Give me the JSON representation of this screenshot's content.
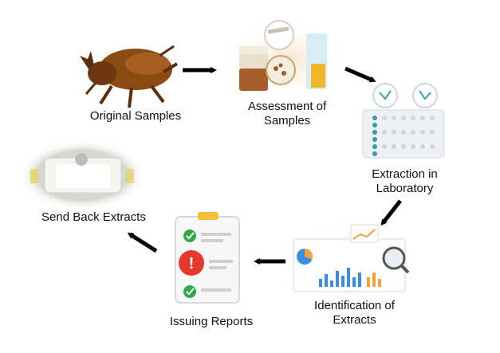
{
  "steps": {
    "original": {
      "label": "Original Samples"
    },
    "assessment": {
      "line1": "Assessment of",
      "line2": "Samples"
    },
    "extraction": {
      "line1": "Extraction in",
      "line2": "Laboratory"
    },
    "identification": {
      "line1": "Identification of",
      "line2": "Extracts"
    },
    "reports": {
      "label": "Issuing Reports"
    },
    "sendback": {
      "label": "Send Back Extracts"
    }
  },
  "icons": {
    "original": "beetle-icon",
    "assessment": "lab-jars-icon",
    "extraction": "well-plate-icon",
    "identification": "analytics-dashboard-icon",
    "reports": "checklist-report-icon",
    "sendback": "sample-tray-icon"
  },
  "colors": {
    "arrow": "#000000",
    "beetle": "#8a4a12",
    "check": "#2faa4a",
    "alert": "#e5392d",
    "chart_orange": "#f3a23a",
    "chart_blue": "#3a8ee0",
    "plate": "#2f9fb0"
  }
}
